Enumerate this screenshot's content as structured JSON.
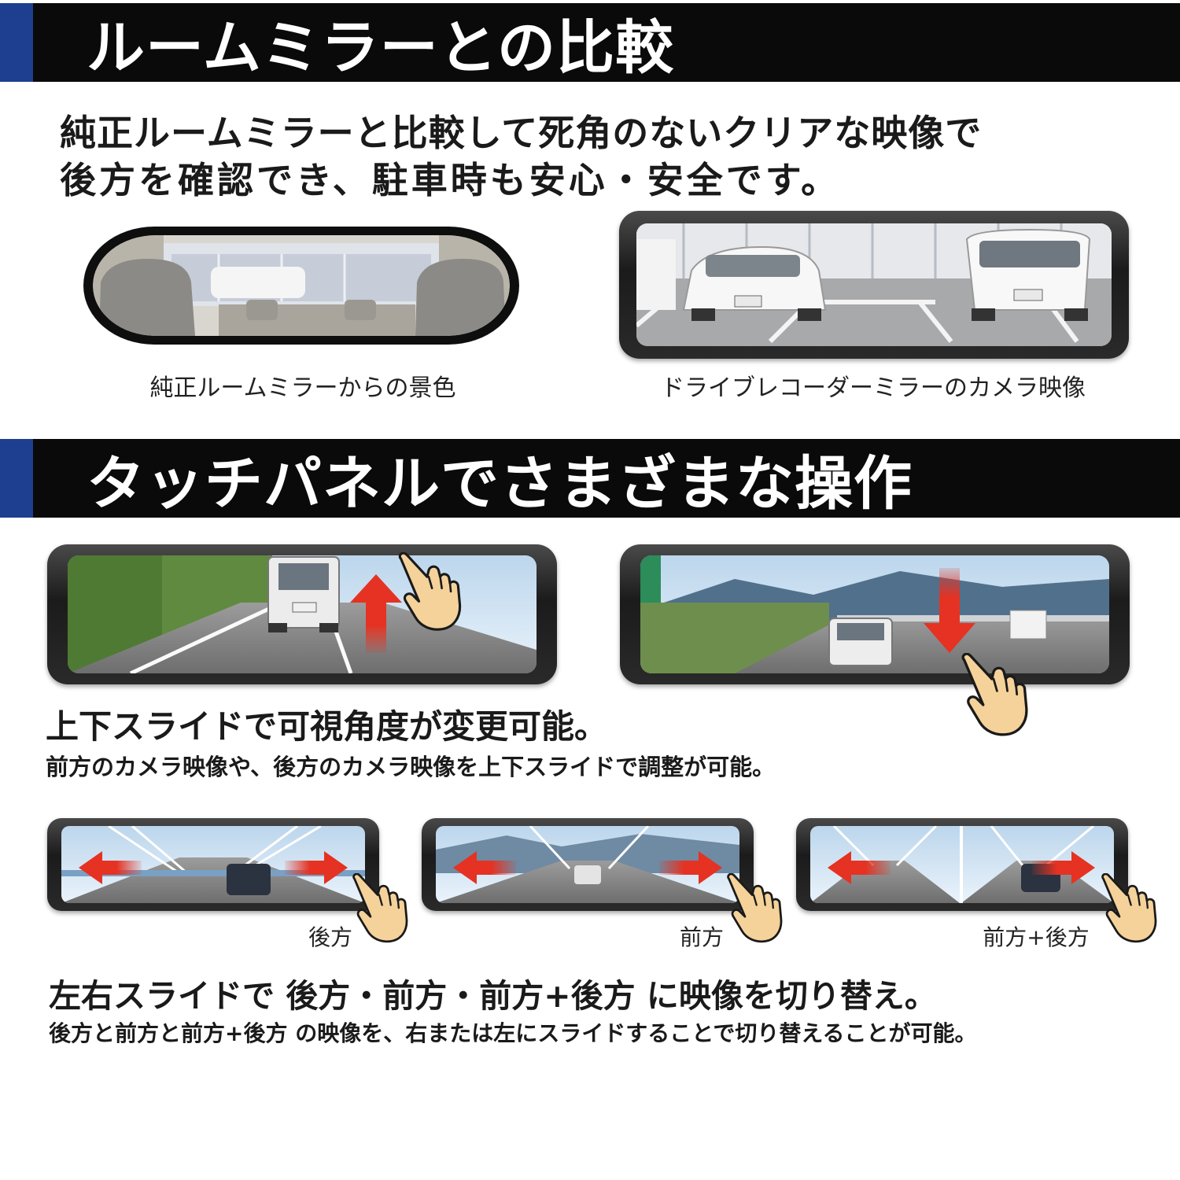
{
  "section1": {
    "title": "ルームミラーとの比較",
    "desc_line1": "純正ルームミラーと比較して死角のないクリアな映像で",
    "desc_line2": "後方を確認でき、駐車時も安心・安全です。",
    "caption_left": "純正ルームミラーからの景色",
    "caption_right": "ドライブレコーダーミラーのカメラ映像"
  },
  "section2": {
    "title": "タッチパネルでさまざまな操作",
    "vertical_heading": "上下スライドで可視角度が変更可能。",
    "vertical_sub": "前方のカメラ映像や、後方のカメラ映像を上下スライドで調整が可能。",
    "label_rear": "後方",
    "label_front": "前方",
    "label_both": "前方+後方",
    "horizontal_heading": "左右スライドで 後方・前方・前方+後方 に映像を切り替え。",
    "horizontal_sub": "後方と前方と前方+後方 の映像を、右または左にスライドすることで切り替えることが可能。"
  },
  "colors": {
    "accent_blue": "#1e3f8f",
    "bar_black": "#0a0a0a",
    "arrow_red": "#e53222",
    "hand_skin": "#f4d29a"
  },
  "icons": [
    "hand-pointer-icon",
    "arrow-up-icon",
    "arrow-down-icon",
    "arrow-left-icon",
    "arrow-right-icon"
  ]
}
